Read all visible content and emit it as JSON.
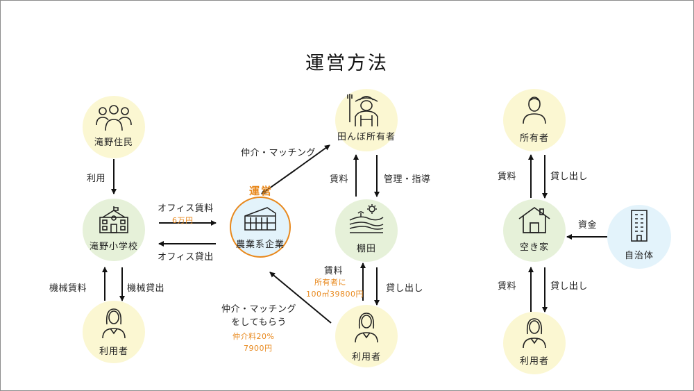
{
  "title": "運営方法",
  "nodes": {
    "takino_residents": "滝野住民",
    "takino_school": "滝野小学校",
    "user_left": "利用者",
    "company": "農業系企業",
    "rice_owner": "田んぼ所有者",
    "terraced_field": "棚田",
    "user_center": "利用者",
    "owner_right": "所有者",
    "vacant_house": "空き家",
    "local_gov": "自治体",
    "user_right": "利用者"
  },
  "labels": {
    "use": "利用",
    "office_rent": "オフィス賃料",
    "office_rent_amount": "6万円",
    "office_lending": "オフィス貸出",
    "machine_rent": "機械賃料",
    "machine_lending": "機械貸出",
    "operation": "運営",
    "mediation_matching": "仲介・マッチング",
    "rent_center": "賃料",
    "management_guidance": "管理・指導",
    "rent_lower": "賃料",
    "rent_lower_note1": "所有者に",
    "rent_lower_note2": "100㎡39800円",
    "lending_lower": "貸し出し",
    "user_request1": "仲介・マッチング",
    "user_request2": "をしてもらう",
    "fee1": "仲介料20%",
    "fee2": "7900円",
    "rent_right_top": "賃料",
    "lending_right_top": "貸し出し",
    "funds": "資金",
    "rent_right_bottom": "賃料",
    "lending_right_bottom": "貸し出し"
  },
  "colors": {
    "yellow_circle": "#fbf7d2",
    "green_circle": "#e6f1d9",
    "blue_circle": "#e3f3fb",
    "accent_orange": "#e8881c"
  }
}
